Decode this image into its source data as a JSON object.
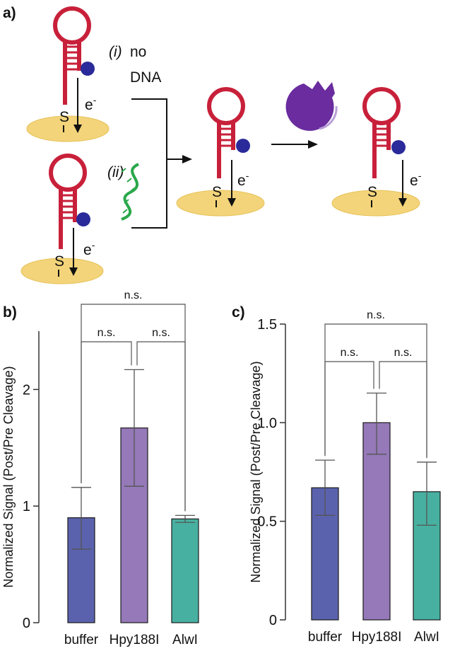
{
  "scheme": {
    "panel_letter": "a)",
    "label_i": "(i)",
    "label_no": "no",
    "label_dna": "DNA",
    "label_ii": "(ii)",
    "electron": "e",
    "electron_sup": "-",
    "thiol": "S",
    "colors": {
      "hairpin": "#c8203a",
      "redox_tag": "#2a2a9a",
      "gold": "#f3d47a",
      "target_dna": "#2aa84a",
      "enzyme": "#6a2c9e"
    },
    "icons": [
      "hairpin-probe",
      "methylene-blue-bead",
      "gold-electrode",
      "target-dna-strand",
      "restriction-enzyme"
    ]
  },
  "chart_data": [
    {
      "panel_letter": "b)",
      "type": "bar",
      "categories": [
        "buffer",
        "Hpy188I",
        "AlwI"
      ],
      "values": [
        0.9,
        1.67,
        0.89
      ],
      "err_low": [
        0.63,
        1.17,
        0.86
      ],
      "err_high": [
        1.16,
        2.17,
        0.92
      ],
      "colors": [
        "#5b62ad",
        "#9579b8",
        "#48b0a0"
      ],
      "ylabel": "Normalized Signal (Post/Pre Cleavage)",
      "ylim": [
        0,
        2.5
      ],
      "yticks": [
        0,
        1,
        2
      ],
      "ytick_labels": [
        "0",
        "1",
        "2"
      ],
      "significance": [
        {
          "from": 0,
          "to": 1,
          "label": "n.s."
        },
        {
          "from": 1,
          "to": 2,
          "label": "n.s."
        },
        {
          "from": 0,
          "to": 2,
          "label": "n.s."
        }
      ]
    },
    {
      "panel_letter": "c)",
      "type": "bar",
      "categories": [
        "buffer",
        "Hpy188I",
        "AlwI"
      ],
      "values": [
        0.67,
        1.0,
        0.65
      ],
      "err_low": [
        0.53,
        0.84,
        0.48
      ],
      "err_high": [
        0.81,
        1.15,
        0.8
      ],
      "colors": [
        "#5b62ad",
        "#9579b8",
        "#48b0a0"
      ],
      "ylabel": "Normalized Signal (Post/Pre Cleavage)",
      "ylim": [
        0,
        1.5
      ],
      "yticks": [
        0,
        0.5,
        1.0,
        1.5
      ],
      "ytick_labels": [
        "0",
        "0.5",
        "1.0",
        "1.5"
      ],
      "significance": [
        {
          "from": 0,
          "to": 1,
          "label": "n.s."
        },
        {
          "from": 1,
          "to": 2,
          "label": "n.s."
        },
        {
          "from": 0,
          "to": 2,
          "label": "n.s."
        }
      ]
    }
  ]
}
